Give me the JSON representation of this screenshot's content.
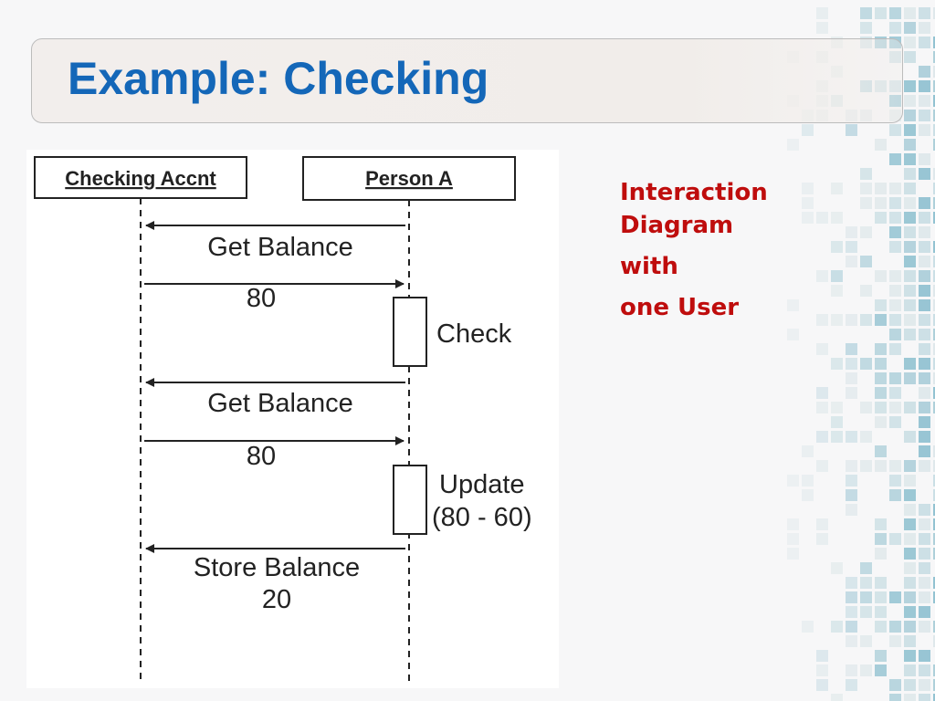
{
  "slide": {
    "title": "Example: Checking"
  },
  "diagram": {
    "lifelines": [
      {
        "id": "checking",
        "label": "Checking Accnt"
      },
      {
        "id": "person",
        "label": "Person A"
      }
    ],
    "messages": [
      {
        "from": "person",
        "to": "checking",
        "lines": [
          "Get Balance"
        ]
      },
      {
        "from": "checking",
        "to": "person",
        "lines": [
          "80"
        ]
      },
      {
        "activation": "person",
        "lines": [
          "Check"
        ]
      },
      {
        "from": "person",
        "to": "checking",
        "lines": [
          "Get Balance"
        ]
      },
      {
        "from": "checking",
        "to": "person",
        "lines": [
          "80"
        ]
      },
      {
        "activation": "person",
        "lines": [
          "Update",
          "(80 - 60)"
        ]
      },
      {
        "from": "person",
        "to": "checking",
        "lines": [
          "Store Balance",
          "20"
        ]
      }
    ]
  },
  "side_note": {
    "lines": [
      "Interaction",
      "Diagram",
      "with",
      "one User"
    ],
    "color": "#bf0d0d"
  },
  "colors": {
    "title": "#1467b8",
    "tiles": [
      "#dde7ea",
      "#c8dde3",
      "#a9cdd8",
      "#8cbfcf"
    ]
  }
}
